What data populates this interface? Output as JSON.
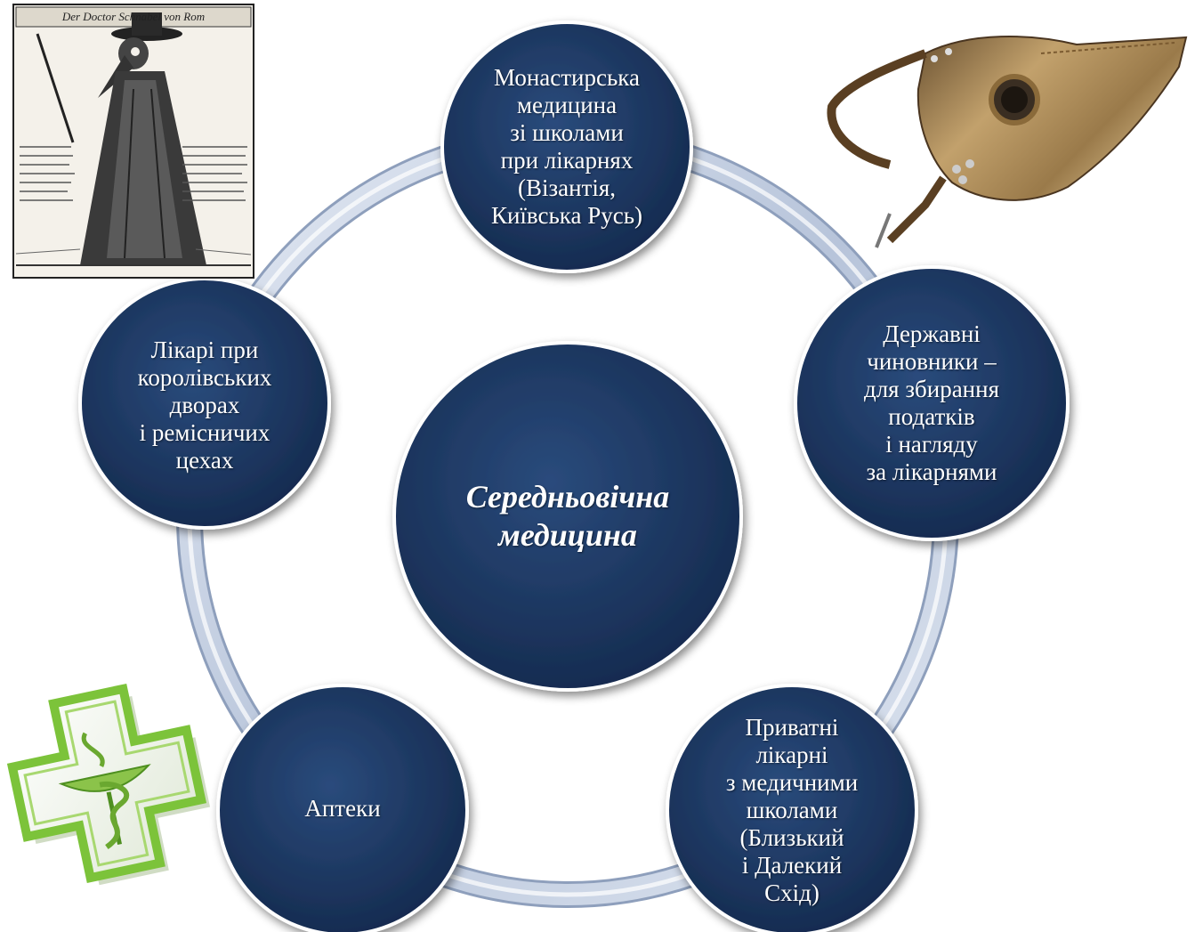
{
  "diagram": {
    "center_label": "Середньовічна\nмедицина",
    "nodes": [
      {
        "id": "top",
        "label": "Монастирська\nмедицина\nзі школами\nпри лікарнях\n(Візантія,\nКиївська Русь)"
      },
      {
        "id": "right",
        "label": "Державні\nчиновники –\nдля збирання\nподатків\nі нагляду\nза лікарнями"
      },
      {
        "id": "bottom-right",
        "label": "Приватні\nлікарні\nз медичними\nшколами\n(Близький\nі Далекий\nСхід)"
      },
      {
        "id": "bottom-left",
        "label": "Аптеки"
      },
      {
        "id": "left",
        "label": "Лікарі при\nкоролівських\nдворах\nі ремісничих\nцехах"
      }
    ]
  },
  "images": {
    "engraving": {
      "title": "Der Doctor Schnabel von Rom"
    }
  },
  "colors": {
    "node_dark": "#16305a",
    "node_light": "#2a4b7c",
    "ring": "#c9d4e6",
    "pharmacy_green": "#7cc33a"
  }
}
